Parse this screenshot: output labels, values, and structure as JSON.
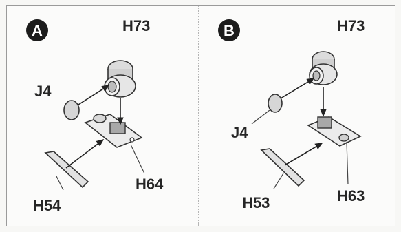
{
  "panels": [
    {
      "id": "A",
      "labels": {
        "top": "H73",
        "left": "J4",
        "bottom_left": "H54",
        "bottom_right": "H64"
      }
    },
    {
      "id": "B",
      "labels": {
        "top": "H73",
        "left": "J4",
        "bottom_left": "H53",
        "bottom_right": "H63"
      }
    }
  ]
}
